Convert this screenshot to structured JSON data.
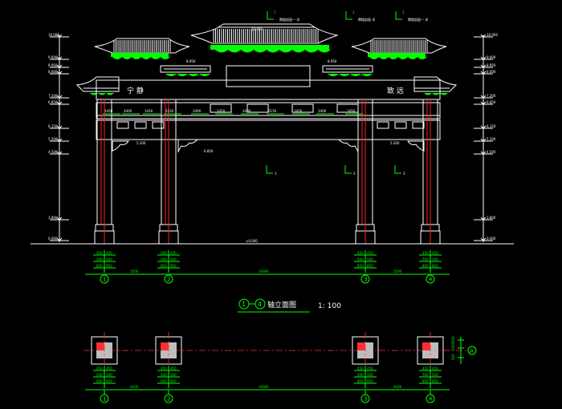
{
  "sheet": {
    "background": "#000000",
    "line_color": "#ffffff",
    "dim_color": "#00ff00",
    "axis_color": "#ff2020"
  },
  "plaques": {
    "left": "宁 静",
    "right": "致 远"
  },
  "section_marks": [
    {
      "num": "1",
      "label": "牌楼剖面一 详"
    },
    {
      "num": "2",
      "label": "牌楼剖面 详"
    },
    {
      "num": "3",
      "label": "牌楼剖面一 详"
    }
  ],
  "cut_marks": [
    "1",
    "2",
    "3"
  ],
  "elevation_levels_left": [
    "10.000",
    "9.600",
    "8.950",
    "8.000",
    "7.500",
    "6.850",
    "6.150",
    "5.200",
    "4.500",
    "3.800",
    "0.000"
  ],
  "elevation_levels_right": [
    "10.000",
    "9.600",
    "8.950",
    "8.000",
    "7.200",
    "6.850",
    "6.150",
    "5.200",
    "4.500",
    "3.800",
    "0.000"
  ],
  "roof_labels": [
    "10.000",
    "8.950",
    "8.950"
  ],
  "beam_labels": [
    "6.850",
    "5.200",
    "5.200"
  ],
  "span_dims": [
    "1450",
    "2400",
    "1450",
    "2150",
    "2400",
    "2450",
    "2400",
    "2150",
    "1450",
    "2400",
    "1450"
  ],
  "ground_label": "±0.000",
  "column_dims": {
    "top": [
      "900",
      "450",
      "450"
    ],
    "mid": [
      "1000",
      "500",
      "500"
    ],
    "bot": [
      "1700",
      "850",
      "850"
    ]
  },
  "overall_dims": {
    "elevation": [
      "2500",
      "10000",
      "2500"
    ],
    "plan": [
      "4500",
      "10000",
      "4500"
    ]
  },
  "axes": [
    "1",
    "2",
    "3",
    "4"
  ],
  "axis_a": "A",
  "plan_side_dims": [
    "500",
    "1000",
    "500"
  ],
  "title": {
    "from_axis": "1",
    "to_axis": "4",
    "text": "轴立面图",
    "scale": "1: 100"
  }
}
